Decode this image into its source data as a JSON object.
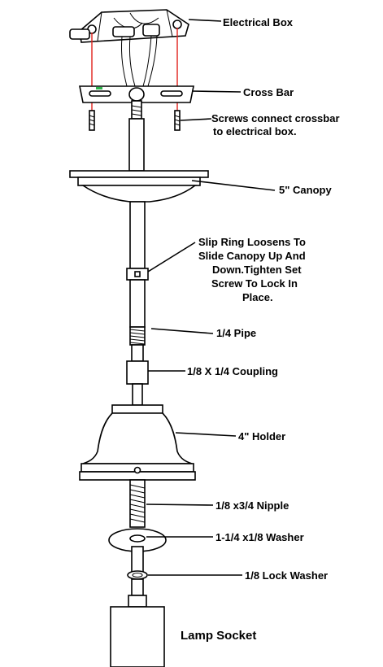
{
  "labels": {
    "electrical_box": "Electrical Box",
    "cross_bar": "Cross Bar",
    "screws_line1": "Screws connect crossbar",
    "screws_line2": "to electrical box.",
    "canopy": "5\" Canopy",
    "slip_ring_line1": "Slip Ring Loosens To",
    "slip_ring_line2": "Slide Canopy Up And",
    "slip_ring_line3": "Down.Tighten Set",
    "slip_ring_line4": "Screw To Lock In",
    "slip_ring_line5": "Place.",
    "pipe": "1/4 Pipe",
    "coupling": "1/8  X 1/4  Coupling",
    "holder": "4\" Holder",
    "nipple": "1/8  x3/4  Nipple",
    "washer": "1-1/4 x1/8  Washer",
    "lock_washer": "1/8  Lock Washer",
    "lamp_socket": "Lamp Socket"
  },
  "colors": {
    "screw_guide": "#e0201a",
    "accent_mark": "#2db34a"
  }
}
